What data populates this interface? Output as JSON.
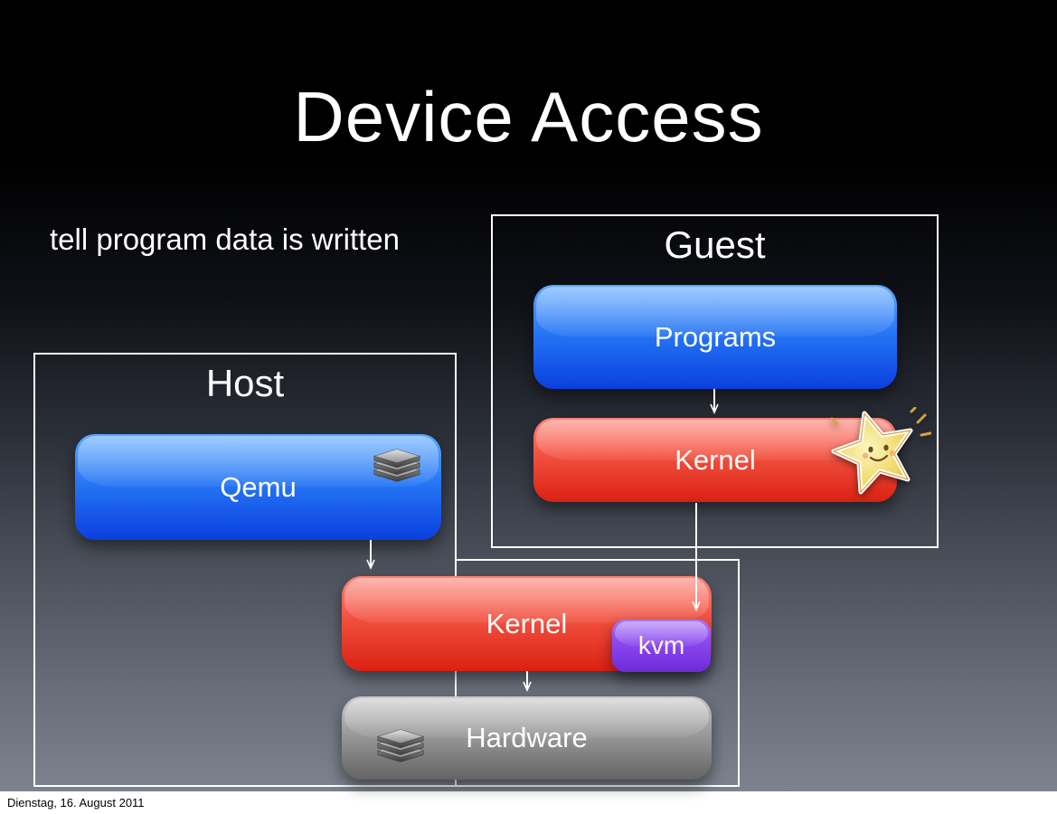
{
  "slide": {
    "title": "Device Access",
    "annotation": "tell program data is written",
    "footer": "Dienstag, 16. August 2011"
  },
  "guest": {
    "label": "Guest",
    "programs_label": "Programs",
    "kernel_label": "Kernel"
  },
  "host": {
    "label": "Host",
    "qemu_label": "Qemu"
  },
  "stack": {
    "kernel_label": "Kernel",
    "kvm_label": "kvm",
    "hardware_label": "Hardware"
  },
  "icons": {
    "disk": "disk-stack-icon",
    "star": "smiling-star-sticker"
  },
  "colors": {
    "box_blue": "#2574f4",
    "box_red": "#f2503f",
    "box_purple": "#8a46ef",
    "box_gray": "#9a9a9a",
    "frame_border": "#ffffff",
    "background_top": "#000000",
    "background_bottom": "#7d828e",
    "footer_background": "#ffffff"
  }
}
